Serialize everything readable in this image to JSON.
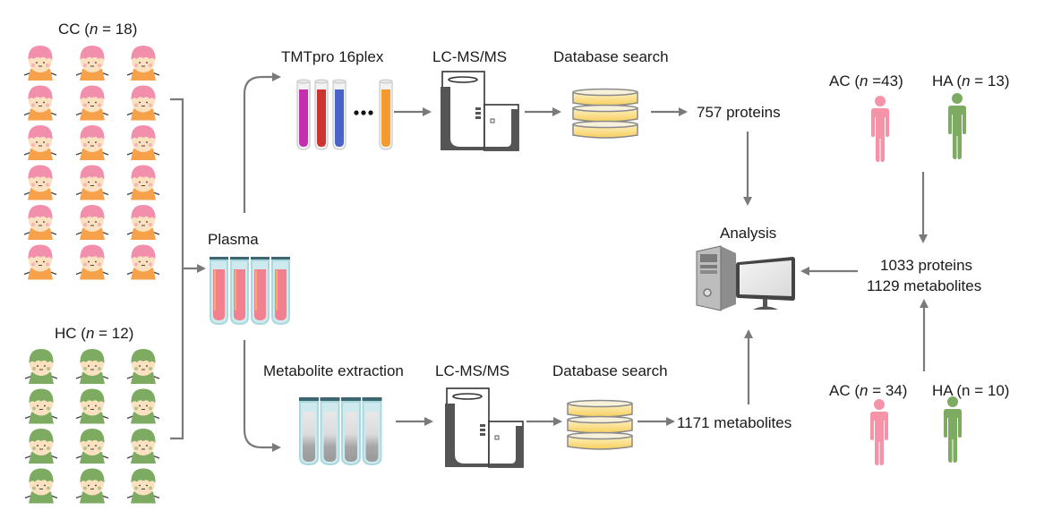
{
  "groups": {
    "cc": {
      "name": "CC",
      "n_label": "n",
      "n_value": "18",
      "count": 18,
      "hair_color": "#f28fad",
      "shirt_color": "#f7a24a"
    },
    "hc": {
      "name": "HC",
      "n_label": "n",
      "n_value": "12",
      "count": 12,
      "hair_color": "#7dab62",
      "shirt_color": "#7dab62"
    }
  },
  "plasma": {
    "label": "Plasma",
    "tube_count": 4,
    "fill_color": "#f2808e",
    "tube_color": "#a9d8df"
  },
  "proteomics": {
    "labeling": "TMTpro 16plex",
    "tube_colors": [
      "#c42fae",
      "#cc3331",
      "#4a63c8",
      "#f59a2c"
    ],
    "ellipsis": "•••",
    "instrument": "LC-MS/MS",
    "search": "Database search",
    "result": "757 proteins"
  },
  "metabolomics": {
    "extraction": "Metabolite extraction",
    "instrument": "LC-MS/MS",
    "search": "Database search",
    "result": "1171 metabolites"
  },
  "analysis": {
    "label": "Analysis"
  },
  "validation": {
    "top": {
      "ac": {
        "name": "AC",
        "n_label": "n",
        "n_value": "43",
        "text": "AC (n =43)"
      },
      "ha": {
        "name": "HA",
        "n_label": "n",
        "n_value": "13"
      }
    },
    "bottom": {
      "ac": {
        "name": "AC",
        "n_label": "n",
        "n_value": "34"
      },
      "ha": {
        "name": "HA",
        "text": "HA (n = 10)"
      }
    },
    "result_line1": "1033 proteins",
    "result_line2": "1129 metabolites"
  },
  "colors": {
    "arrow": "#7a7a7a",
    "pink_person": "#f594a8",
    "green_person": "#7dab62",
    "db_fill": "#f9d87a",
    "db_stroke": "#8a8a8a"
  }
}
